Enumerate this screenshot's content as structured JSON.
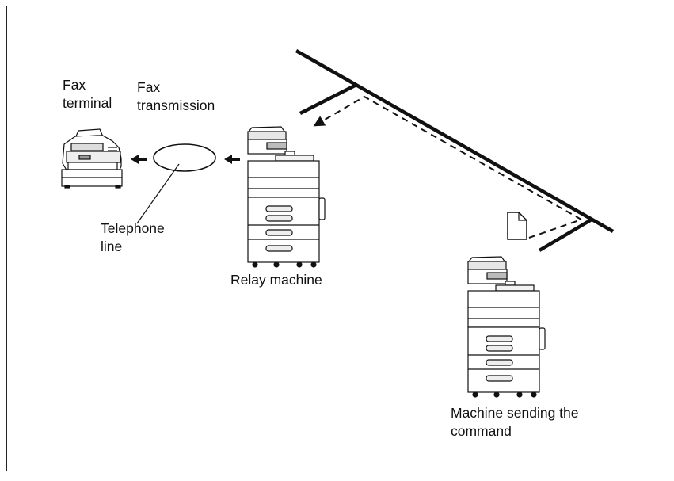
{
  "labels": {
    "fax_terminal": "Fax\nterminal",
    "fax_transmission": "Fax\ntransmission",
    "telephone_line": "Telephone\nline",
    "relay_machine": "Relay machine",
    "sending_machine": "Machine sending the\ncommand"
  }
}
